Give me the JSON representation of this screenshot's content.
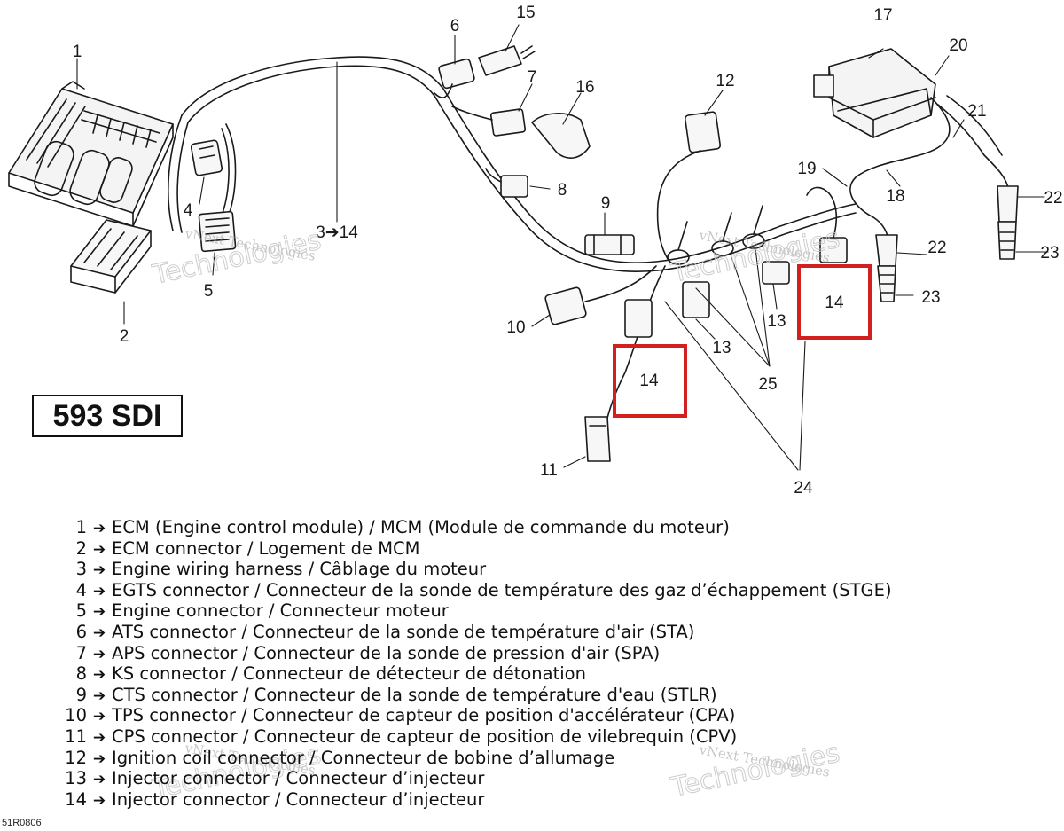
{
  "model_label": "593 SDI",
  "figure_code": "51R0806",
  "callouts": {
    "c1": "1",
    "c2": "2",
    "c3": "3➔14",
    "c4": "4",
    "c5": "5",
    "c6": "6",
    "c7": "7",
    "c8": "8",
    "c9": "9",
    "c10": "10",
    "c11": "11",
    "c12": "12",
    "c13a": "13",
    "c13b": "13",
    "c14a": "14",
    "c14b": "14",
    "c15": "15",
    "c16": "16",
    "c17": "17",
    "c18": "18",
    "c19": "19",
    "c20": "20",
    "c21": "21",
    "c22a": "22",
    "c22b": "22",
    "c23a": "23",
    "c23b": "23",
    "c24": "24",
    "c25": "25"
  },
  "highlight_color": "#d21f1f",
  "watermark": {
    "small": "vNext Technologies",
    "large": "Technologies"
  },
  "legend": [
    {
      "num": "1",
      "text": "ECM (Engine control module) / MCM (Module de commande du moteur)"
    },
    {
      "num": "2",
      "text": "ECM connector / Logement de MCM"
    },
    {
      "num": "3",
      "text": "Engine wiring harness / Câblage du moteur"
    },
    {
      "num": "4",
      "text": "EGTS connector / Connecteur de la sonde de température des gaz d’échappement (STGE)"
    },
    {
      "num": "5",
      "text": "Engine connector / Connecteur moteur"
    },
    {
      "num": "6",
      "text": "ATS connector / Connecteur de la sonde de température d'air (STA)"
    },
    {
      "num": "7",
      "text": "APS connector / Connecteur de la sonde de pression d'air (SPA)"
    },
    {
      "num": "8",
      "text": "KS connector / Connecteur de détecteur de détonation"
    },
    {
      "num": "9",
      "text": "CTS connector / Connecteur de la sonde de température d'eau (STLR)"
    },
    {
      "num": "10",
      "text": "TPS connector / Connecteur de capteur de position d'accélérateur (CPA)"
    },
    {
      "num": "11",
      "text": "CPS connector / Connecteur de capteur de position de vilebrequin (CPV)"
    },
    {
      "num": "12",
      "text": "Ignition coil connector / Connecteur de bobine d’allumage"
    },
    {
      "num": "13",
      "text": "Injector connector / Connecteur d’injecteur"
    },
    {
      "num": "14",
      "text": "Injector connector / Connecteur d’injecteur"
    }
  ]
}
